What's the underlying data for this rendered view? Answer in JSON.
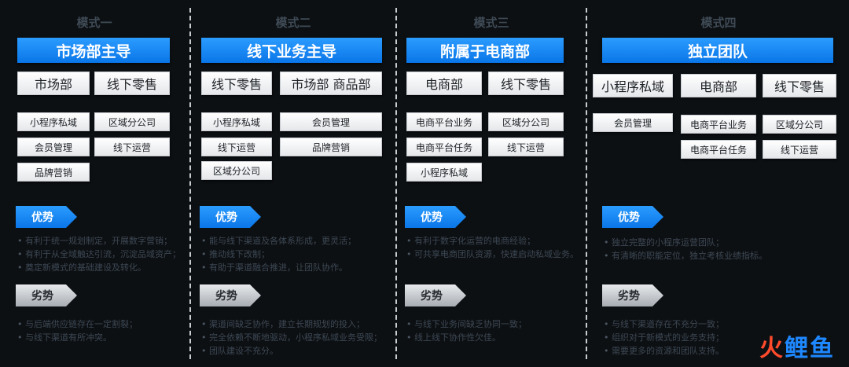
{
  "modes": [
    {
      "title": "模式一",
      "header": "市场部主导",
      "large": [
        "市场部",
        "线下零售"
      ],
      "small": [
        "小程序私域",
        "区域分公司",
        "会员管理",
        "线下运营",
        "品牌营销"
      ],
      "adv_label": "优势",
      "adv": [
        "有利于统一规划制定，开展数字营销；",
        "有利于从全域触达引流，沉淀品域资产；",
        "奠定新模式的基础建设及转化。"
      ],
      "dis_label": "劣势",
      "dis": [
        "与后端供应链存在一定割裂；",
        "与线下渠道有所冲突。"
      ]
    },
    {
      "title": "模式二",
      "header": "线下业务主导",
      "large": [
        "线下零售",
        "市场部 商品部"
      ],
      "small": [
        "小程序私域",
        "会员管理",
        "线下运营",
        "品牌营销",
        "区域分公司"
      ],
      "adv_label": "优势",
      "adv": [
        "能与线下渠道及各体系形成，更灵活；",
        "推动线下改制；",
        "有助于渠道融合推进，让团队协作。"
      ],
      "dis_label": "劣势",
      "dis": [
        "渠道间缺乏协作，建立长期规划的投入；",
        "完全依赖不断地驱动，小程序私域业务受限；",
        "团队建设不充分。"
      ]
    },
    {
      "title": "模式三",
      "header": "附属于电商部",
      "large": [
        "电商部",
        "线下零售"
      ],
      "small": [
        "电商平台业务",
        "区域分公司",
        "电商平台任务",
        "线下运营",
        "小程序私域"
      ],
      "adv_label": "优势",
      "adv": [
        "有利于数字化运营的电商经验；",
        "可共享电商团队资源，快速启动私域业务。"
      ],
      "dis_label": "劣势",
      "dis": [
        "与线下业务间缺乏协同一致；",
        "线上线下协作性欠佳。"
      ]
    },
    {
      "title": "模式四",
      "header": "独立团队",
      "large": [
        "小程序私域",
        "电商部",
        "线下零售"
      ],
      "small": [
        "会员管理",
        "电商平台业务",
        "区域分公司",
        "电商平台任务",
        "线下运营"
      ],
      "adv_label": "优势",
      "adv": [
        "独立完整的小程序运营团队；",
        "有清晰的职能定位，独立考核业绩指标。"
      ],
      "dis_label": "劣势",
      "dis": [
        "与线下渠道存在不充分一致；",
        "组织对于新模式的业务支持；",
        "需要更多的资源和团队支持。"
      ]
    }
  ],
  "logo": {
    "c1": "火",
    "c2": "鲤",
    "c3": "鱼",
    "color_a": "#ff4b2b",
    "color_b": "#1e88ff"
  }
}
